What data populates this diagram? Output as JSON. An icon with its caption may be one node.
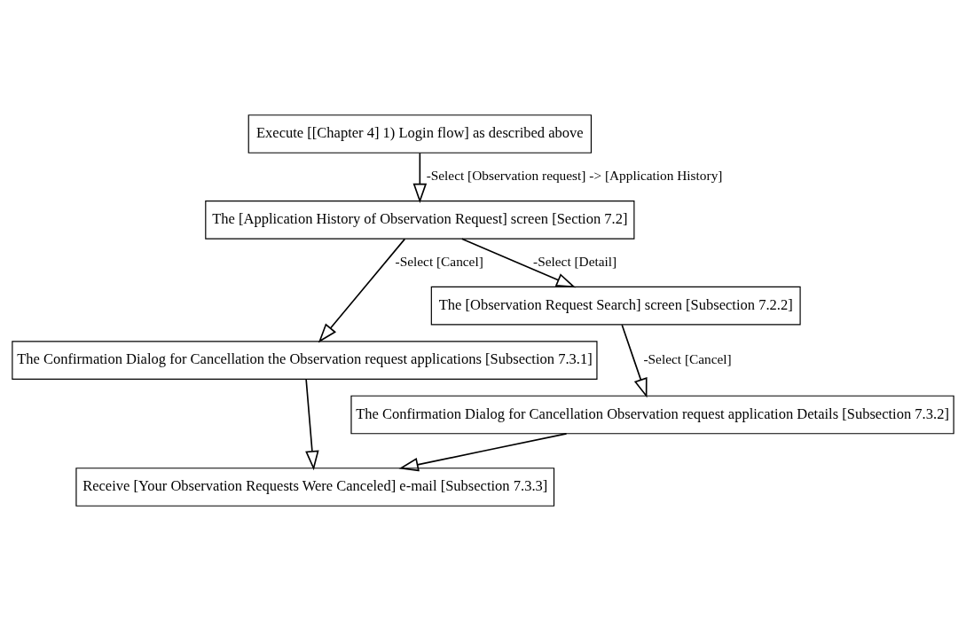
{
  "diagram": {
    "nodes": [
      {
        "text": [
          "Execute [[Chapter 4] 1) Login flow] as described above"
        ]
      },
      {
        "text": [
          "The [Application History of Observation Request] screen [Section 7.2]"
        ]
      },
      {
        "text": [
          "The Confirmation Dialog for Cancellation the Observation request applications [Subsection 7.3.1]"
        ]
      },
      {
        "text": [
          "The [Observation Request Search] screen [Subsection 7.2.2]"
        ]
      },
      {
        "text": [
          "The Confirmation Dialog for Cancellation Observation request application Details [Subsection 7.3.2]"
        ]
      },
      {
        "text": [
          "Receive [Your Observation Requests Were Canceled] e-mail [Subsection 7.3.3]"
        ]
      }
    ],
    "edges": [
      {
        "from": 0,
        "to": 1,
        "arrow": "to",
        "label": "-Select [Observation request] -> [Application History]"
      },
      {
        "from": 1,
        "to": 3,
        "arrow": "to",
        "label": "-Select [Detail]"
      },
      {
        "from": 1,
        "to": 2,
        "arrow": "to",
        "label": "-Select [Cancel]"
      },
      {
        "from": 2,
        "to": 5,
        "arrow": "to"
      },
      {
        "from": 3,
        "to": 4,
        "arrow": "to",
        "label": "-Select [Cancel]"
      },
      {
        "from": 4,
        "to": 5,
        "arrow": "to"
      }
    ]
  }
}
